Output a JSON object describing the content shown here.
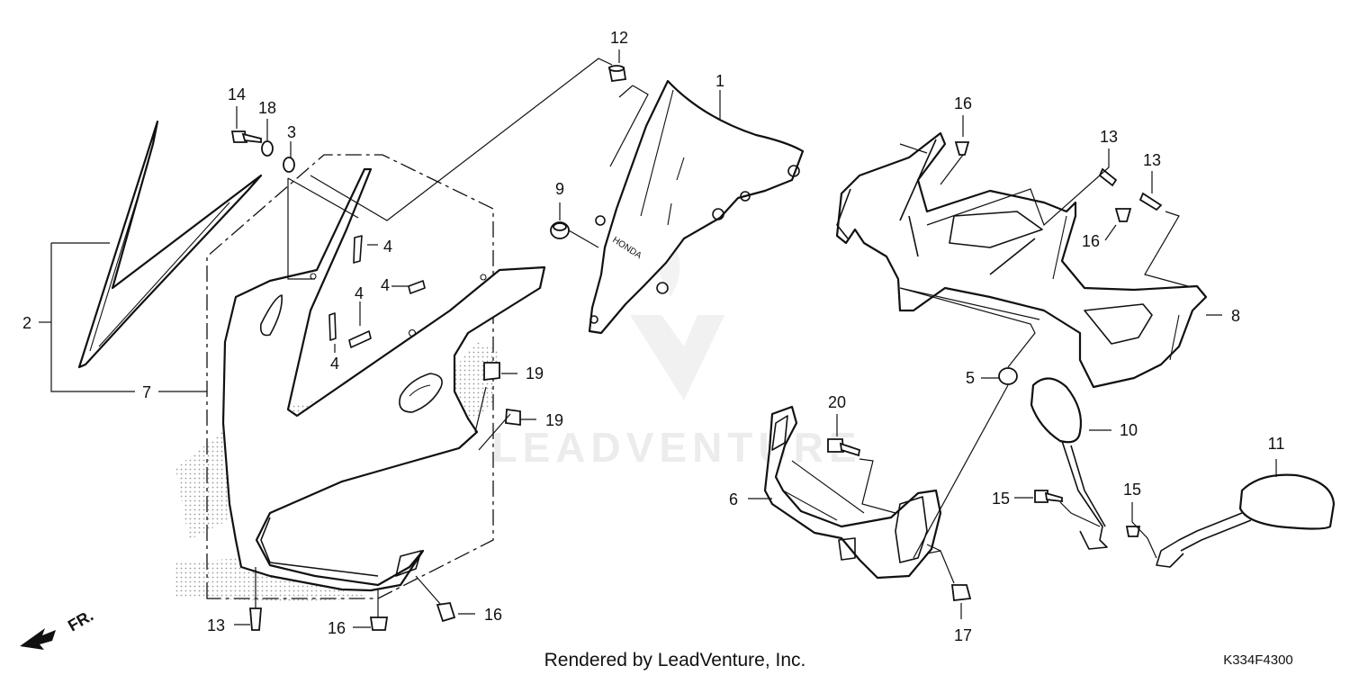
{
  "callouts": {
    "c1": "1",
    "c2": "2",
    "c3": "3",
    "c4a": "4",
    "c4b": "4",
    "c4c": "4",
    "c4d": "4",
    "c5": "5",
    "c6": "6",
    "c7": "7",
    "c8": "8",
    "c9": "9",
    "c10": "10",
    "c11": "11",
    "c12": "12",
    "c13a": "13",
    "c13b": "13",
    "c13c": "13",
    "c14": "14",
    "c15a": "15",
    "c15b": "15",
    "c16a": "16",
    "c16b": "16",
    "c16c": "16",
    "c16d": "16",
    "c17": "17",
    "c18": "18",
    "c19a": "19",
    "c19b": "19",
    "c20": "20"
  },
  "front_indicator": "FR.",
  "footer": "Rendered by LeadVenture, Inc.",
  "diagram_code": "K334F4300",
  "watermark": "LEADVENTURE"
}
